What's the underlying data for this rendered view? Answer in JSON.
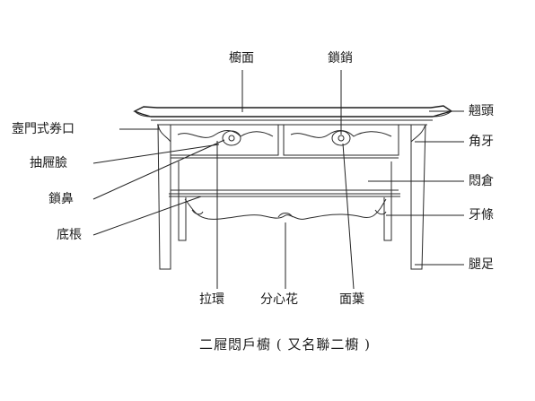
{
  "labels": {
    "chumian": "櫥面",
    "suoxiao": "鎖銷",
    "qiaotou": "翹頭",
    "humenshi": "壼門式券口",
    "jiaoya": "角牙",
    "choutilian": "抽屜臉",
    "mencang": "悶倉",
    "suobi": "鎖鼻",
    "yatiao": "牙條",
    "digen": "底棖",
    "tuizu": "腿足",
    "lahuan": "拉環",
    "fenxinhua": "分心花",
    "mianye": "面葉"
  },
  "caption": "二屜悶戶櫥 ( 又名聯二櫥 )"
}
